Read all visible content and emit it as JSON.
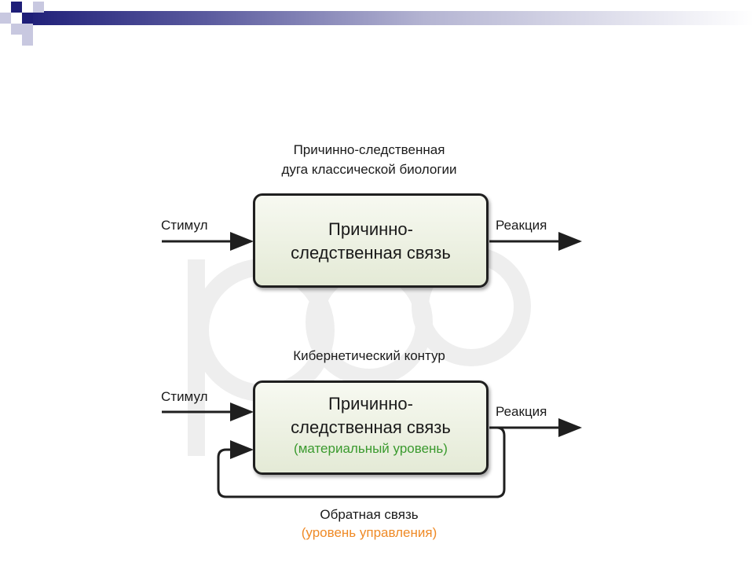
{
  "top_diagram": {
    "caption_line1": "Причинно-следственная",
    "caption_line2": "дуга классической биологии",
    "box_line1": "Причинно-",
    "box_line2": "следственная связь",
    "input_label": "Стимул",
    "output_label": "Реакция"
  },
  "bottom_diagram": {
    "caption": "Кибернетический контур",
    "box_line1": "Причинно-",
    "box_line2": "следственная связь",
    "box_sublabel": "(материальный уровень)",
    "input_label": "Стимул",
    "output_label": "Реакция",
    "feedback_label": "Обратная связь",
    "feedback_sublabel": "(уровень управления)"
  },
  "colors": {
    "header_navy": "#1e1e78",
    "header_light": "#b4b4d2",
    "box_fill": "#e4ead6",
    "green_text": "#3a9a2e",
    "orange_text": "#ef8a26"
  }
}
